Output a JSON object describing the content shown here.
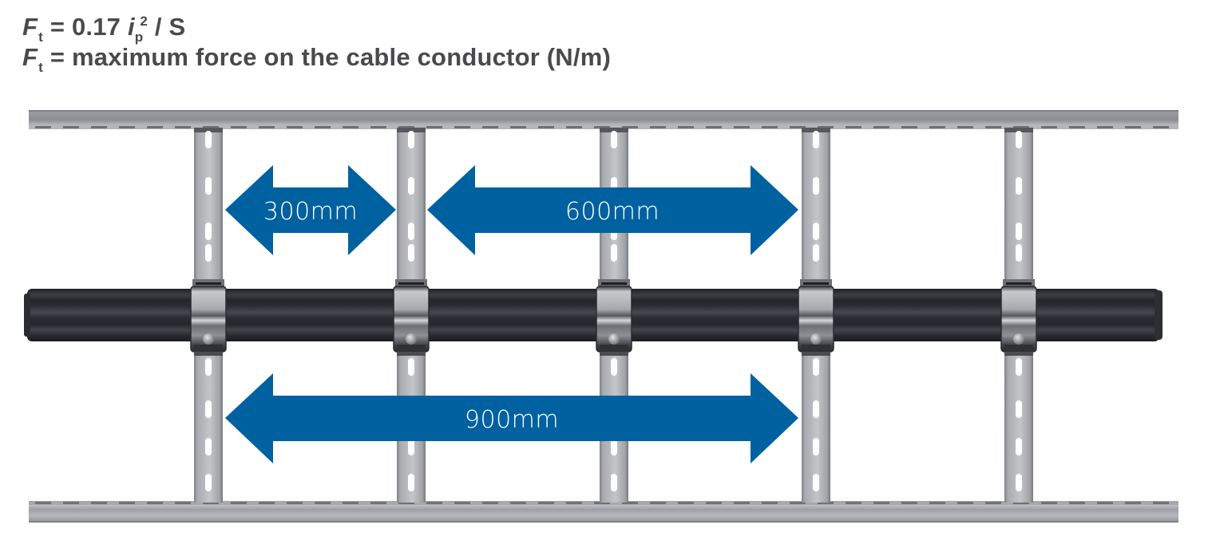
{
  "formula": {
    "line1": {
      "lhs_symbol": "F",
      "lhs_subscript": "t",
      "equals": "=",
      "coefficient": "0.17",
      "current_symbol": "i",
      "current_subscript": "p",
      "exponent": "2",
      "divider": "/",
      "denominator": "S"
    },
    "line2": {
      "lhs_symbol": "F",
      "lhs_subscript": "t",
      "equals": "=",
      "definition": "maximum force on the cable conductor (N/m)"
    }
  },
  "diagram": {
    "arrows": [
      {
        "id": "span-300",
        "label": "300mm",
        "value_mm": 300
      },
      {
        "id": "span-600",
        "label": "600mm",
        "value_mm": 600
      },
      {
        "id": "span-900",
        "label": "900mm",
        "value_mm": 900
      }
    ],
    "rung_count": 5,
    "cleat_count": 5,
    "colors": {
      "arrow": "#0061a0",
      "text": "#4a4a4c",
      "rail": "#8e9195",
      "cable": "#2b2d31"
    }
  }
}
